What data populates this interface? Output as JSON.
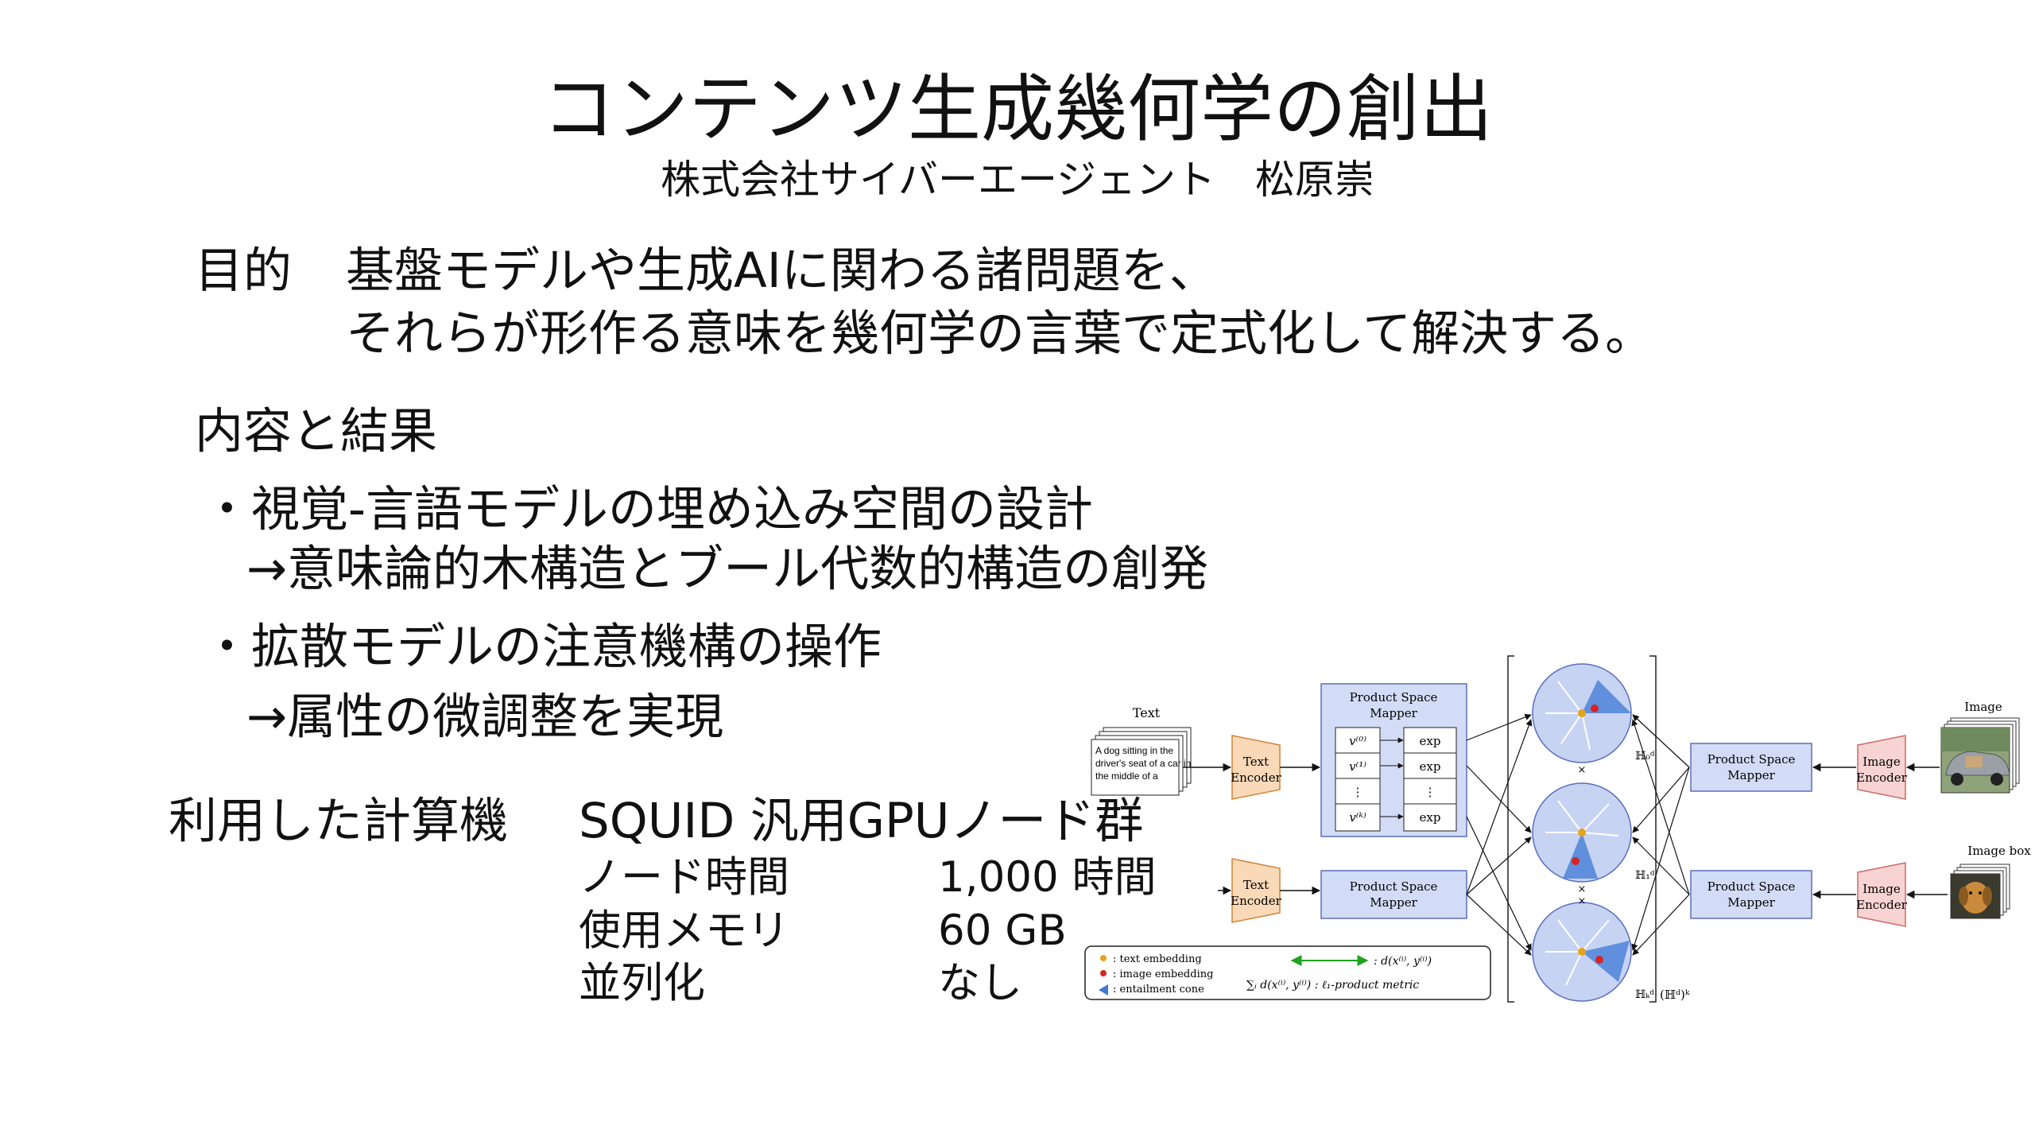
{
  "title": "コンテンツ生成幾何学の創出",
  "subtitle": "株式会社サイバーエージェント　松原崇",
  "purpose": {
    "label": "目的",
    "line1": "基盤モデルや生成AIに関わる諸問題を、",
    "line2": "それらが形作る意味を幾何学の言葉で定式化して解決する。"
  },
  "results": {
    "heading": "内容と結果",
    "item1": "・視覚-言語モデルの埋め込み空間の設計",
    "item1_sub": "→意味論的木構造とブール代数的構造の創発",
    "item2": "・拡散モデルの注意機構の操作",
    "item2_sub": "→属性の微調整を実現"
  },
  "compute": {
    "label": "利用した計算機",
    "system": "SQUID 汎用GPUノード群",
    "rows": [
      {
        "key": "ノード時間",
        "value": "1,000 時間"
      },
      {
        "key": "使用メモリ",
        "value": "60 GB"
      },
      {
        "key": "並列化",
        "value": "なし"
      }
    ]
  },
  "figure": {
    "text_label": "Text",
    "caption_text": [
      "A dog sitting in the",
      "driver's seat of a car in",
      "the middle of a"
    ],
    "text_encoder": [
      "Text",
      "Encoder"
    ],
    "product_space_mapper": [
      "Product Space",
      "Mapper"
    ],
    "mapper_rows": [
      "v⁽⁰⁾",
      "v⁽¹⁾",
      "⋮",
      "v⁽ᵏ⁾"
    ],
    "exp_rows": [
      "exp",
      "exp",
      "⋮",
      "exp"
    ],
    "image_label": "Image",
    "image_box_label": "Image box",
    "image_encoder": [
      "Image",
      "Encoder"
    ],
    "space_labels": [
      "ℍ₀ᵈ",
      "ℍ₁ᵈ",
      "ℍₖᵈ"
    ],
    "product_label": "(ℍᵈ)ᵏ",
    "legend": {
      "items": [
        ": text embedding",
        ": image embedding",
        ": entailment cone"
      ],
      "distance": ": d(x⁽ⁱ⁾, y⁽ⁱ⁾)",
      "sum": "∑ᵢ d(x⁽ⁱ⁾, y⁽ⁱ⁾) : ℓ₁-product metric"
    },
    "colors": {
      "encoder_fill": "#f9d9b8",
      "encoder_stroke": "#d4843c",
      "mapper_fill": "#d3dcf7",
      "mapper_stroke": "#5a6fbd",
      "img_encoder_fill": "#f8d3d3",
      "img_encoder_stroke": "#c96b6b",
      "text_point": "#e7a21c",
      "image_point": "#d62424",
      "cone": "#3d7ad6",
      "arrow_green": "#1fa31f"
    }
  }
}
